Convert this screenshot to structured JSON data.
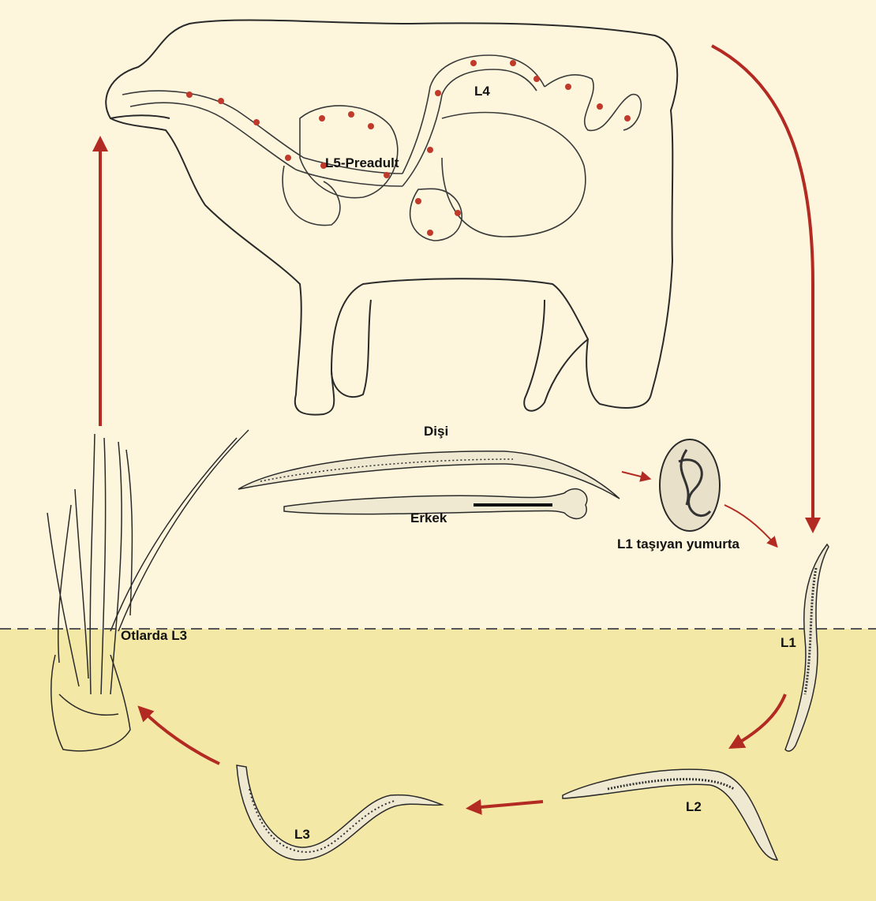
{
  "labels": {
    "l4": "L4",
    "l5": "L5-Preadult",
    "female": "Dişi",
    "male": "Erkek",
    "egg": "L1 taşıyan yumurta",
    "grass_l3": "Otlarda L3",
    "l1": "L1",
    "l2": "L2",
    "l3": "L3"
  },
  "colors": {
    "background_upper": "#fdf6dc",
    "background_lower": "#f4e8a6",
    "arrow": "#b22a22",
    "outline": "#2a2a2a",
    "larva_dots": "#c0392b",
    "ground_line": "#555555"
  }
}
